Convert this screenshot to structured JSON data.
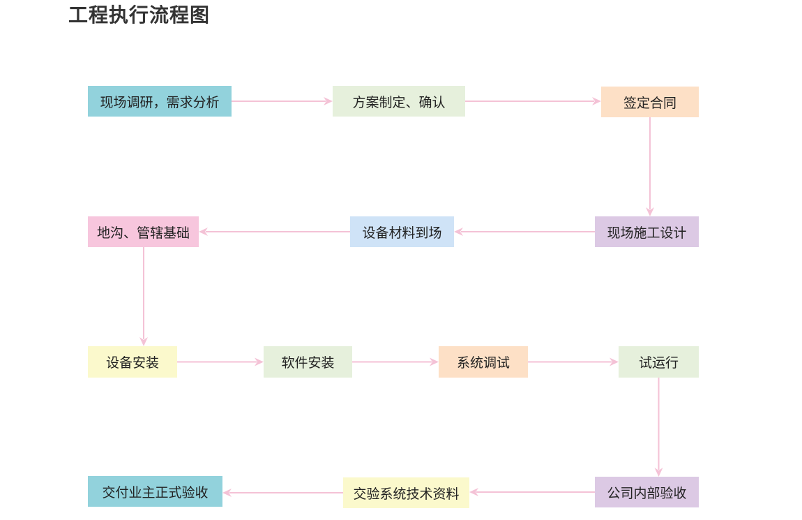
{
  "title": "工程执行流程图",
  "colors": {
    "teal": "#92d2dc",
    "green": "#e6f0dc",
    "peach": "#fde0c6",
    "lavender": "#dcc9e4",
    "lightblue": "#cfe3f7",
    "pink": "#f7c6dd",
    "yellow": "#fbf9cc",
    "arrow": "#f4c2d6"
  },
  "nodes": [
    {
      "id": "n1",
      "label": "现场调研，需求分析",
      "color": "teal"
    },
    {
      "id": "n2",
      "label": "方案制定、确认",
      "color": "green"
    },
    {
      "id": "n3",
      "label": "签定合同",
      "color": "peach"
    },
    {
      "id": "n4",
      "label": "现场施工设计",
      "color": "lavender"
    },
    {
      "id": "n5",
      "label": "设备材料到场",
      "color": "lightblue"
    },
    {
      "id": "n6",
      "label": "地沟、管辖基础",
      "color": "pink"
    },
    {
      "id": "n7",
      "label": "设备安装",
      "color": "yellow"
    },
    {
      "id": "n8",
      "label": "软件安装",
      "color": "green"
    },
    {
      "id": "n9",
      "label": "系统调试",
      "color": "peach"
    },
    {
      "id": "n10",
      "label": "试运行",
      "color": "green"
    },
    {
      "id": "n11",
      "label": "公司内部验收",
      "color": "lavender"
    },
    {
      "id": "n12",
      "label": "交验系统技术资料",
      "color": "yellow"
    },
    {
      "id": "n13",
      "label": "交付业主正式验收",
      "color": "teal"
    }
  ],
  "edges": [
    [
      "n1",
      "n2"
    ],
    [
      "n2",
      "n3"
    ],
    [
      "n3",
      "n4"
    ],
    [
      "n4",
      "n5"
    ],
    [
      "n5",
      "n6"
    ],
    [
      "n6",
      "n7"
    ],
    [
      "n7",
      "n8"
    ],
    [
      "n8",
      "n9"
    ],
    [
      "n9",
      "n10"
    ],
    [
      "n10",
      "n11"
    ],
    [
      "n11",
      "n12"
    ],
    [
      "n12",
      "n13"
    ]
  ]
}
